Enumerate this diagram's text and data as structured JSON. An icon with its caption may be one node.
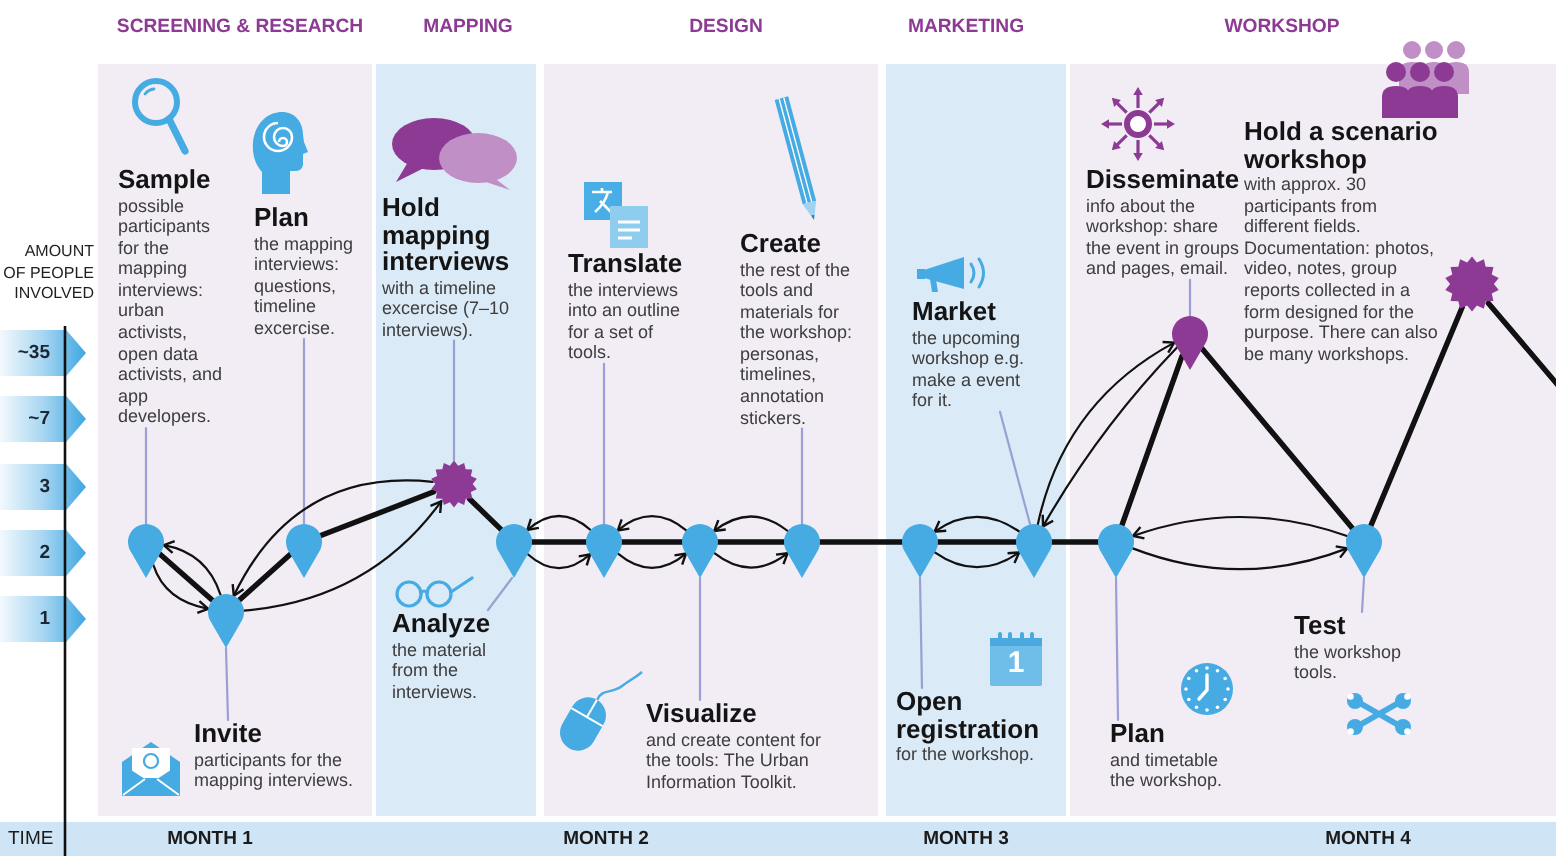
{
  "diagram": {
    "nodes": [
      {
        "text": [
          "SCREENING & RESEARCH"
        ]
      },
      {
        "text": [
          "MAPPING"
        ]
      },
      {
        "text": [
          "DESIGN"
        ]
      },
      {
        "text": [
          "MARKETING"
        ]
      },
      {
        "text": [
          "WORKSHOP"
        ]
      },
      {
        "text": [
          "Sample",
          "possible participants for the mapping interviews: urban activists, open data activists, and app developers."
        ],
        "in": 0
      },
      {
        "text": [
          "Plan",
          "the mapping interviews: questions, timeline excercise."
        ],
        "in": 0
      },
      {
        "text": [
          "Hold mapping interviews",
          "with a timeline excercise (7–10 interviews)."
        ],
        "in": 1
      },
      {
        "text": [
          "Translate",
          "the interviews into an outline for a set of tools."
        ],
        "in": 2
      },
      {
        "text": [
          "Create",
          "the rest of the tools and materials for the workshop: personas, timelines, annotation stickers."
        ],
        "in": 2
      },
      {
        "text": [
          "Market",
          "the upcoming workshop e.g. make a event for it."
        ],
        "in": 3
      },
      {
        "text": [
          "Disseminate",
          "info about the workshop: share the event in groups and pages, email."
        ],
        "in": 4
      },
      {
        "text": [
          "Hold a scenario workshop",
          "with approx. 30 participants from different fields. Documentation: photos, video, notes, group reports collected in a form designed for the purpose. There can also be many workshops."
        ],
        "in": 4
      },
      {
        "text": [],
        "shape": "pin",
        "in": 0
      },
      {
        "text": [],
        "shape": "pin",
        "in": 0
      },
      {
        "text": [],
        "shape": "pin",
        "in": 0
      },
      {
        "text": [],
        "shape": "star",
        "in": 1
      },
      {
        "text": [],
        "shape": "pin",
        "in": 1
      },
      {
        "text": [],
        "shape": "pin",
        "in": 2
      },
      {
        "text": [],
        "shape": "pin",
        "in": 2
      },
      {
        "text": [],
        "shape": "pin",
        "in": 2
      },
      {
        "text": [],
        "shape": "pin",
        "in": 3
      },
      {
        "text": [],
        "shape": "pin",
        "in": 3
      },
      {
        "text": [],
        "shape": "pin",
        "in": 4
      },
      {
        "text": [],
        "shape": "pin",
        "in": 4
      },
      {
        "text": [],
        "shape": "pin",
        "in": 4
      },
      {
        "text": [],
        "shape": "star",
        "in": 4
      },
      {
        "text": [
          "Analyze",
          "the material from the interviews."
        ],
        "in": 1
      },
      {
        "text": [
          "Visualize",
          "and create content for the tools: The Urban Information Toolkit."
        ],
        "in": 2
      },
      {
        "text": [
          "Open registration",
          "for the workshop."
        ],
        "in": 3
      },
      {
        "text": [
          "Test",
          "the workshop tools."
        ],
        "in": 4
      },
      {
        "text": [
          "Plan",
          "and timetable the workshop."
        ],
        "in": 4
      },
      {
        "text": [
          "Invite",
          "participants for the mapping interviews."
        ],
        "in": 0
      },
      {
        "text": [
          "~35"
        ]
      },
      {
        "text": [
          "~7"
        ]
      },
      {
        "text": [
          "3"
        ]
      },
      {
        "text": [
          "2"
        ]
      },
      {
        "text": [
          "1"
        ]
      },
      {
        "text": [
          "TIME",
          "MONTH 1",
          "MONTH 2",
          "MONTH 3",
          "MONTH 4"
        ]
      }
    ],
    "edges": [
      {
        "from": 5,
        "to": 13,
        "arrow": "none",
        "color": "#9c9fd3"
      },
      {
        "from": 6,
        "to": 15,
        "arrow": "none",
        "color": "#9c9fd3"
      },
      {
        "from": 7,
        "to": 16,
        "arrow": "none",
        "color": "#9c9fd3"
      },
      {
        "from": 8,
        "to": 18,
        "arrow": "none",
        "color": "#9c9fd3"
      },
      {
        "from": 9,
        "to": 20,
        "arrow": "none",
        "color": "#9c9fd3"
      },
      {
        "from": 10,
        "to": 22,
        "arrow": "none",
        "color": "#9c9fd3"
      },
      {
        "from": 11,
        "to": 23,
        "arrow": "none",
        "color": "#9c9fd3"
      },
      {
        "from": 27,
        "to": 17,
        "arrow": "none",
        "color": "#9c9fd3"
      },
      {
        "from": 28,
        "to": 19,
        "arrow": "none",
        "color": "#9c9fd3"
      },
      {
        "from": 29,
        "to": 21,
        "arrow": "none",
        "color": "#9c9fd3"
      },
      {
        "from": 30,
        "to": 25,
        "arrow": "none",
        "color": "#9c9fd3"
      },
      {
        "from": 31,
        "to": 24,
        "arrow": "none",
        "color": "#9c9fd3"
      },
      {
        "from": 32,
        "to": 14,
        "arrow": "none",
        "color": "#9c9fd3"
      },
      {
        "from": 13,
        "to": 14,
        "arrow": "none",
        "style": "thick"
      },
      {
        "from": 14,
        "to": 15,
        "arrow": "none",
        "style": "thick"
      },
      {
        "from": 15,
        "to": 16,
        "arrow": "none",
        "style": "thick"
      },
      {
        "from": 16,
        "to": 17,
        "arrow": "none",
        "style": "thick"
      },
      {
        "from": 17,
        "to": 18,
        "arrow": "none",
        "style": "thick"
      },
      {
        "from": 18,
        "to": 19,
        "arrow": "none",
        "style": "thick"
      },
      {
        "from": 19,
        "to": 20,
        "arrow": "none",
        "style": "thick"
      },
      {
        "from": 20,
        "to": 21,
        "arrow": "none",
        "style": "thick"
      },
      {
        "from": 21,
        "to": 22,
        "arrow": "none",
        "style": "thick"
      },
      {
        "from": 22,
        "to": 24,
        "arrow": "none",
        "style": "thick"
      },
      {
        "from": 24,
        "to": 23,
        "arrow": "none",
        "style": "thick"
      },
      {
        "from": 23,
        "to": 25,
        "arrow": "none",
        "style": "thick"
      },
      {
        "from": 25,
        "to": 26,
        "arrow": "none",
        "style": "thick"
      },
      {
        "from": 26,
        "to": null,
        "arrow": "none",
        "style": "thick"
      },
      {
        "from": 13,
        "to": 14,
        "arrow": "to"
      },
      {
        "from": 14,
        "to": 13,
        "arrow": "to"
      },
      {
        "from": 14,
        "to": 16,
        "arrow": "to"
      },
      {
        "from": 16,
        "to": 14,
        "arrow": "to"
      },
      {
        "from": 17,
        "to": 18,
        "arrow": "to"
      },
      {
        "from": 18,
        "to": 17,
        "arrow": "to"
      },
      {
        "from": 18,
        "to": 19,
        "arrow": "to"
      },
      {
        "from": 19,
        "to": 18,
        "arrow": "to"
      },
      {
        "from": 19,
        "to": 20,
        "arrow": "to"
      },
      {
        "from": 20,
        "to": 19,
        "arrow": "to"
      },
      {
        "from": 21,
        "to": 22,
        "arrow": "to"
      },
      {
        "from": 22,
        "to": 21,
        "arrow": "to"
      },
      {
        "from": 22,
        "to": 23,
        "arrow": "to"
      },
      {
        "from": 23,
        "to": 22,
        "arrow": "to"
      },
      {
        "from": 24,
        "to": 25,
        "arrow": "to"
      },
      {
        "from": 25,
        "to": 24,
        "arrow": "to"
      }
    ],
    "labels": [
      "AMOUNT OF PEOPLE INVOLVED",
      "1"
    ]
  }
}
